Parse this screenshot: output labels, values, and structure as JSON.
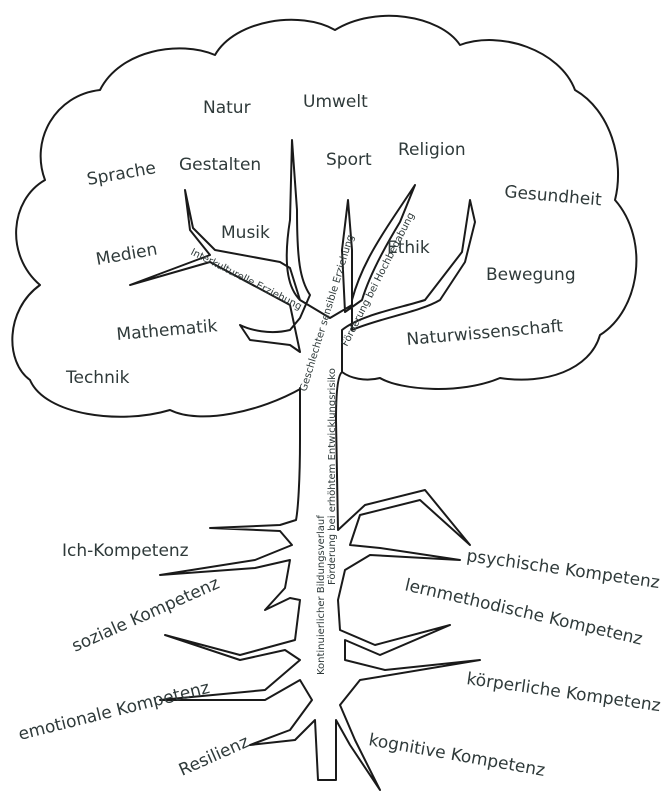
{
  "crown_topics": {
    "natur": "Natur",
    "umwelt": "Umwelt",
    "sprache": "Sprache",
    "gestalten": "Gestalten",
    "sport": "Sport",
    "religion": "Religion",
    "gesundheit": "Gesundheit",
    "musik": "Musik",
    "medien": "Medien",
    "ethik": "Ethik",
    "bewegung": "Bewegung",
    "mathematik": "Mathematik",
    "naturwissenschaft": "Naturwissenschaft",
    "technik": "Technik"
  },
  "branches": {
    "interkulturelle": "Interkulturelle Erziehung",
    "geschlechter": "Geschlechter sensible Erziehung",
    "hochbegabung": "Förderung bei Hochbegabung"
  },
  "trunk": {
    "entwicklungsrisiko": "Förderung bei erhöhtem Entwicklungsrisiko",
    "bildungsverlauf": "Kontinuierlicher Bildungsverlauf"
  },
  "roots": {
    "ich": "Ich-Kompetenz",
    "sozial": "soziale Kompetenz",
    "emotional": "emotionale Kompetenz",
    "resilienz": "Resilienz",
    "psychisch": "psychische Kompetenz",
    "lernmethodisch": "lernmethodische Kompetenz",
    "koerperlich": "körperliche Kompetenz",
    "kognitiv": "kognitive Kompetenz"
  }
}
